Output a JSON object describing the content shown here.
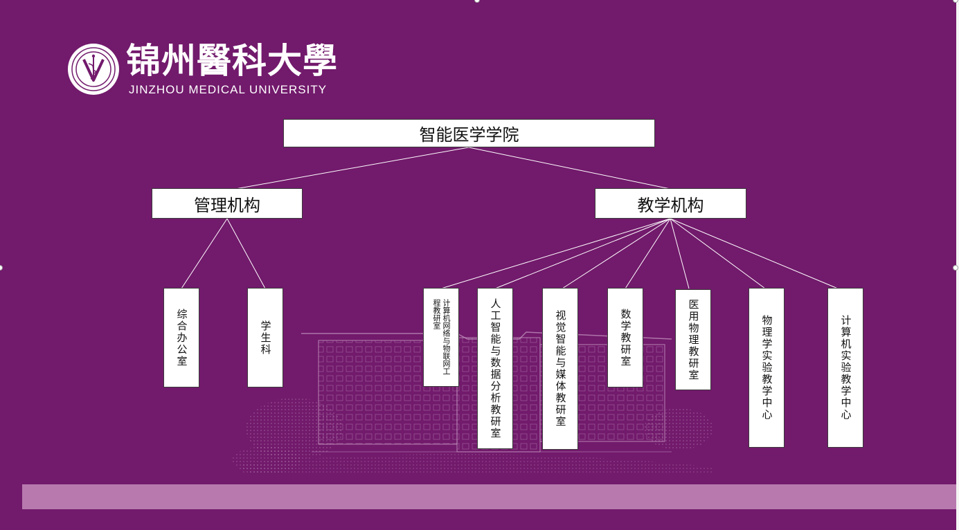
{
  "logo": {
    "name_cn": "锦州醫科大學",
    "name_en": "JINZHOU MEDICAL UNIVERSITY"
  },
  "org_chart": {
    "root": "智能医学学院",
    "branches": [
      {
        "label": "管理机构",
        "units": [
          "综合办公室",
          "学生科"
        ]
      },
      {
        "label": "教学机构",
        "units": [
          "计算机网络与物联网工程教研室",
          "人工智能与数据分析教研室",
          "视觉智能与媒体教研室",
          "数学教研室",
          "医用物理教研室",
          "物理学实验教学中心",
          "计算机实验教学中心"
        ]
      }
    ]
  },
  "colors": {
    "background": "#721a6c",
    "band": "#b87aae",
    "box_fill": "#ffffff",
    "line": "#ffffff"
  }
}
